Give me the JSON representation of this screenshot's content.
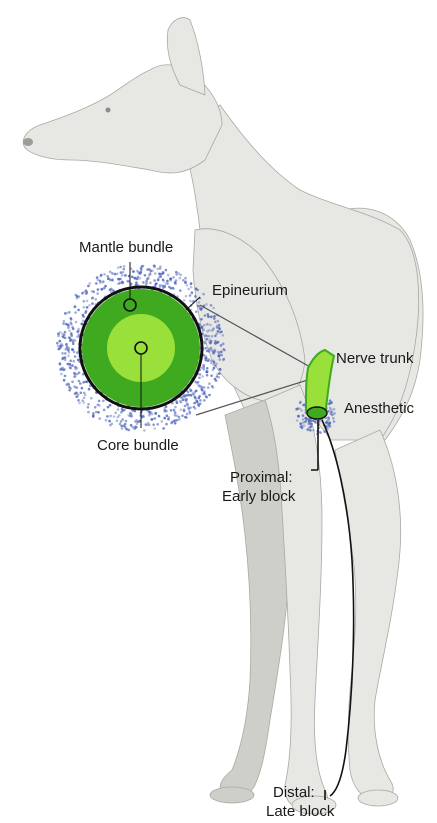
{
  "labels": {
    "mantle_bundle": "Mantle bundle",
    "epineurium": "Epineurium",
    "nerve_trunk": "Nerve trunk",
    "anesthetic": "Anesthetic",
    "core_bundle": "Core bundle",
    "proximal_line1": "Proximal:",
    "proximal_line2": "Early block",
    "distal_line1": "Distal:",
    "distal_line2": "Late block"
  },
  "colors": {
    "dog_body": "#e7e7e3",
    "dog_shade": "#cfcfca",
    "dog_outline": "#a9a9a4",
    "nerve_outer": "#3faa1f",
    "nerve_inner": "#9ae03a",
    "anesthetic_dots": "#4b63b8",
    "outline": "#111111",
    "pointer_line": "#555555"
  },
  "icons": {
    "figure": "dog-illustration",
    "cross_section": "nerve-cross-section-icon",
    "nerve_segment": "nerve-trunk-icon"
  }
}
